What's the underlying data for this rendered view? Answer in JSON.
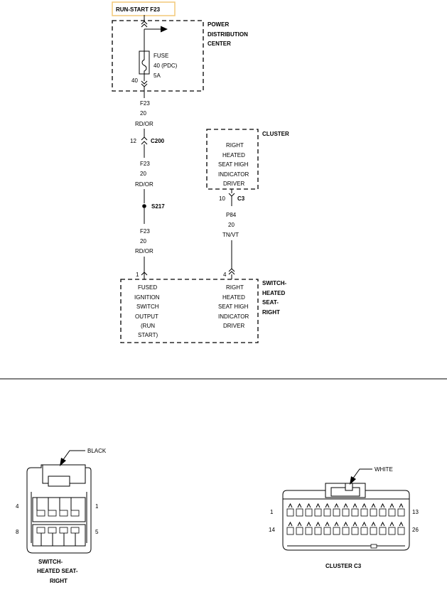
{
  "title": "RUN-START F23",
  "pdc": {
    "label_lines": [
      "POWER",
      "DISTRIBUTION",
      "CENTER"
    ],
    "fuse_lines": [
      "FUSE",
      "40 (PDC)",
      "5A"
    ],
    "cavity": "40"
  },
  "wire1": {
    "lines": [
      "F23",
      "20",
      "RD/OR"
    ]
  },
  "c200": {
    "pin": "12",
    "name": "C200"
  },
  "wire2": {
    "lines": [
      "F23",
      "20",
      "RD/OR"
    ]
  },
  "splice": {
    "name": "S217"
  },
  "wire3": {
    "lines": [
      "F23",
      "20",
      "RD/OR"
    ]
  },
  "cluster": {
    "label": "CLUSTER",
    "box_lines": [
      "RIGHT",
      "HEATED",
      "SEAT HIGH",
      "INDICATOR",
      "DRIVER"
    ],
    "pin": "10",
    "connector": "C3"
  },
  "wire4": {
    "lines": [
      "P84",
      "20",
      "TN/VT"
    ]
  },
  "switch": {
    "label_lines": [
      "SWITCH-",
      "HEATED",
      "SEAT-",
      "RIGHT"
    ],
    "pin_left": "1",
    "pin_right": "4",
    "left_lines": [
      "FUSED",
      "IGNITION",
      "SWITCH",
      "OUTPUT",
      "(RUN",
      "START)"
    ],
    "right_lines": [
      "RIGHT",
      "HEATED",
      "SEAT HIGH",
      "INDICATOR",
      "DRIVER"
    ]
  },
  "switch_connector": {
    "color": "BLACK",
    "pins": [
      "4",
      "1",
      "8",
      "5"
    ],
    "caption_lines": [
      "SWITCH-",
      "HEATED SEAT-",
      "RIGHT"
    ]
  },
  "cluster_connector": {
    "color": "WHITE",
    "pins": [
      "1",
      "13",
      "14",
      "26"
    ],
    "caption": "CLUSTER C3"
  }
}
